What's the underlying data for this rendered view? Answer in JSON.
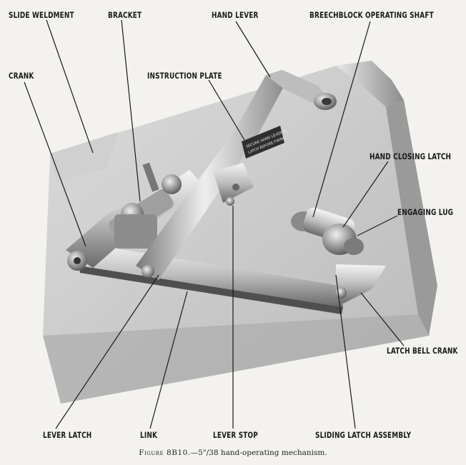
{
  "labels": {
    "slide_weldment": "SLIDE WELDMENT",
    "bracket": "BRACKET",
    "hand_lever": "HAND LEVER",
    "breechblock_operating_shaft": "BREECHBLOCK  OPERATING SHAFT",
    "crank": "CRANK",
    "instruction_plate": "INSTRUCTION PLATE",
    "hand_closing_latch": "HAND CLOSING LATCH",
    "engaging_lug": "ENGAGING LUG",
    "latch_bell_crank": "LATCH BELL CRANK",
    "lever_latch": "LEVER LATCH",
    "link": "LINK",
    "lever_stop": "LEVER STOP",
    "sliding_latch_assembly": "SLIDING LATCH ASSEMBLY"
  },
  "plate_text": {
    "line1": "SECURE HAND LEVER IN",
    "line2": "LATCH BEFORE FIRING"
  },
  "caption": {
    "figure": "Figure 8B10.",
    "text": "—5\"/38 hand-operating mechanism."
  },
  "colors": {
    "background": "#f3f2ee",
    "wall": "#c9c9c9",
    "metal_light": "#e9e9e9",
    "metal_dark": "#5a5a5a",
    "leader": "#1a1a1a"
  }
}
